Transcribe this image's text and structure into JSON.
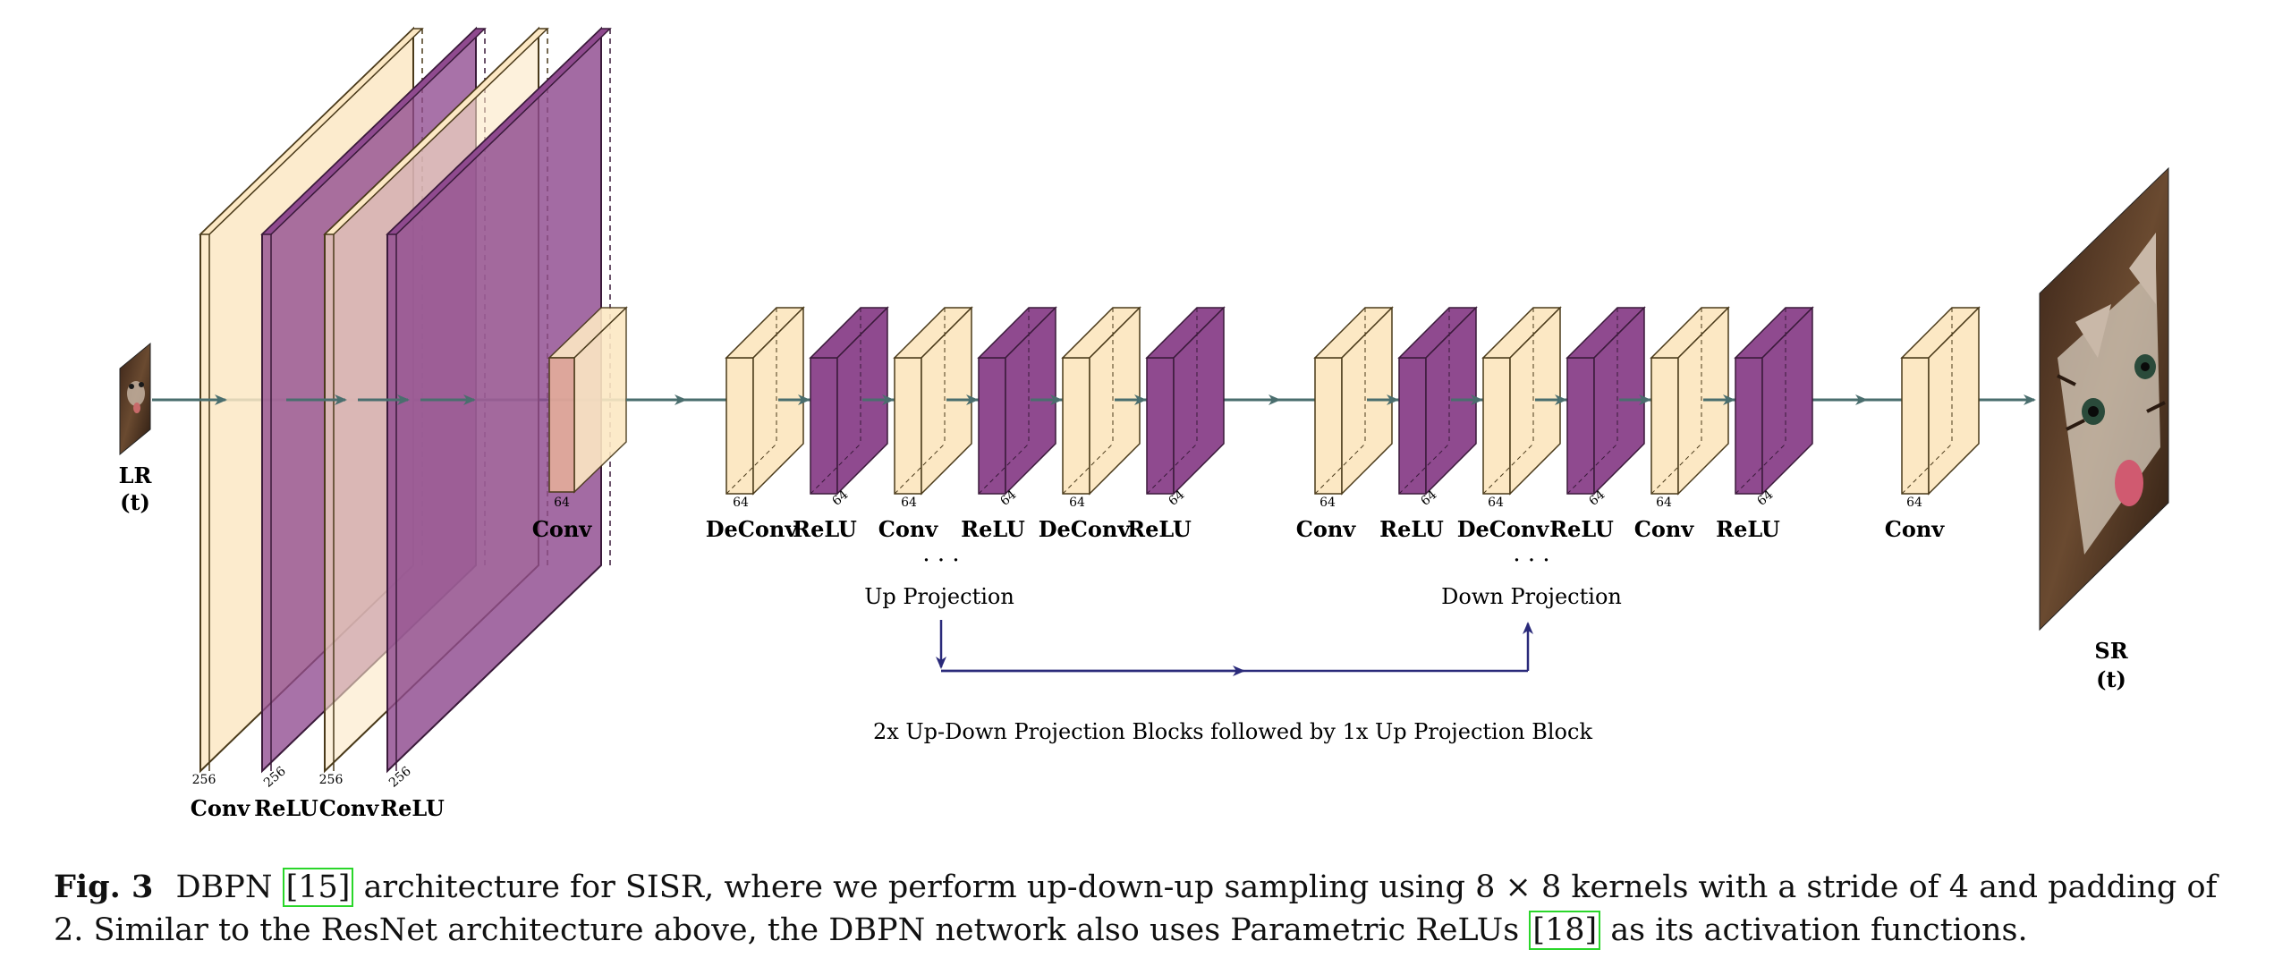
{
  "colors": {
    "cream": "#fce8c4",
    "cream_stroke": "#4a3a1a",
    "purple": "#8f4a8f",
    "purple_stroke": "#3a1a3a",
    "arrow": "#4a6e6e",
    "bracket": "#2a2a7a",
    "ref_box": "#2ad62a"
  },
  "input": {
    "label": "LR",
    "sub": "(t)"
  },
  "output": {
    "label": "SR",
    "sub": "(t)"
  },
  "big_layers": [
    {
      "label": "Conv",
      "channels": "256",
      "kind": "conv"
    },
    {
      "label": "ReLU",
      "channels": "256",
      "kind": "relu"
    },
    {
      "label": "Conv",
      "channels": "256",
      "kind": "conv"
    },
    {
      "label": "ReLU",
      "channels": "256",
      "kind": "relu"
    }
  ],
  "bridge_conv": {
    "label": "Conv",
    "channels": "64"
  },
  "up_block": {
    "layers": [
      {
        "label": "DeConv",
        "channels": "64",
        "kind": "conv"
      },
      {
        "label": "ReLU",
        "channels": "64",
        "kind": "relu"
      },
      {
        "label": "Conv",
        "channels": "64",
        "kind": "conv"
      },
      {
        "label": "ReLU",
        "channels": "64",
        "kind": "relu"
      },
      {
        "label": "DeConv",
        "channels": "64",
        "kind": "conv"
      },
      {
        "label": "ReLU",
        "channels": "64",
        "kind": "relu"
      }
    ],
    "ellipsis": "· · ·",
    "title": "Up Projection"
  },
  "down_block": {
    "layers": [
      {
        "label": "Conv",
        "channels": "64",
        "kind": "conv"
      },
      {
        "label": "ReLU",
        "channels": "64",
        "kind": "relu"
      },
      {
        "label": "DeConv",
        "channels": "64",
        "kind": "conv"
      },
      {
        "label": "ReLU",
        "channels": "64",
        "kind": "relu"
      },
      {
        "label": "Conv",
        "channels": "64",
        "kind": "conv"
      },
      {
        "label": "ReLU",
        "channels": "64",
        "kind": "relu"
      }
    ],
    "ellipsis": "· · ·",
    "title": "Down Projection"
  },
  "final_conv": {
    "label": "Conv",
    "channels": "64"
  },
  "repeat_note": "2x Up-Down Projection Blocks followed by 1x Up Projection Block",
  "caption": {
    "fig": "Fig. 3",
    "part1": "DBPN ",
    "ref1": "[15]",
    "part2": " architecture for SISR, where we perform up-down-up sampling using 8 × 8 kernels with a stride of 4 and padding of 2. Similar to the ResNet architecture above, the DBPN network also uses Parametric ReLUs ",
    "ref2": "[18]",
    "part3": " as its activation functions."
  }
}
